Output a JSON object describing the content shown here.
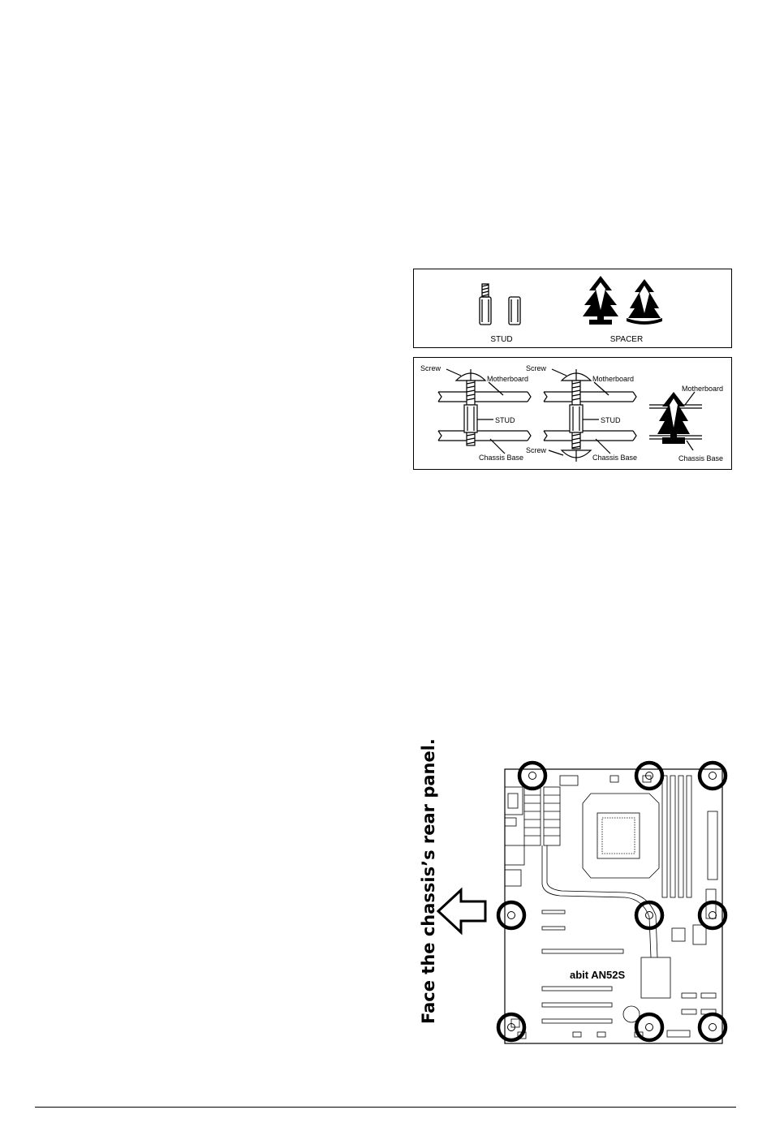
{
  "fig_parts": {
    "stud_label": "STUD",
    "spacer_label": "SPACER"
  },
  "fig_mount": {
    "screw_label": "Screw",
    "motherboard_label": "Motherboard",
    "stud_label": "STUD",
    "chassis_base_label": "Chassis Base"
  },
  "board": {
    "model": "abit AN52S",
    "rear_panel_instruction": "Face the chassis’s rear panel."
  }
}
